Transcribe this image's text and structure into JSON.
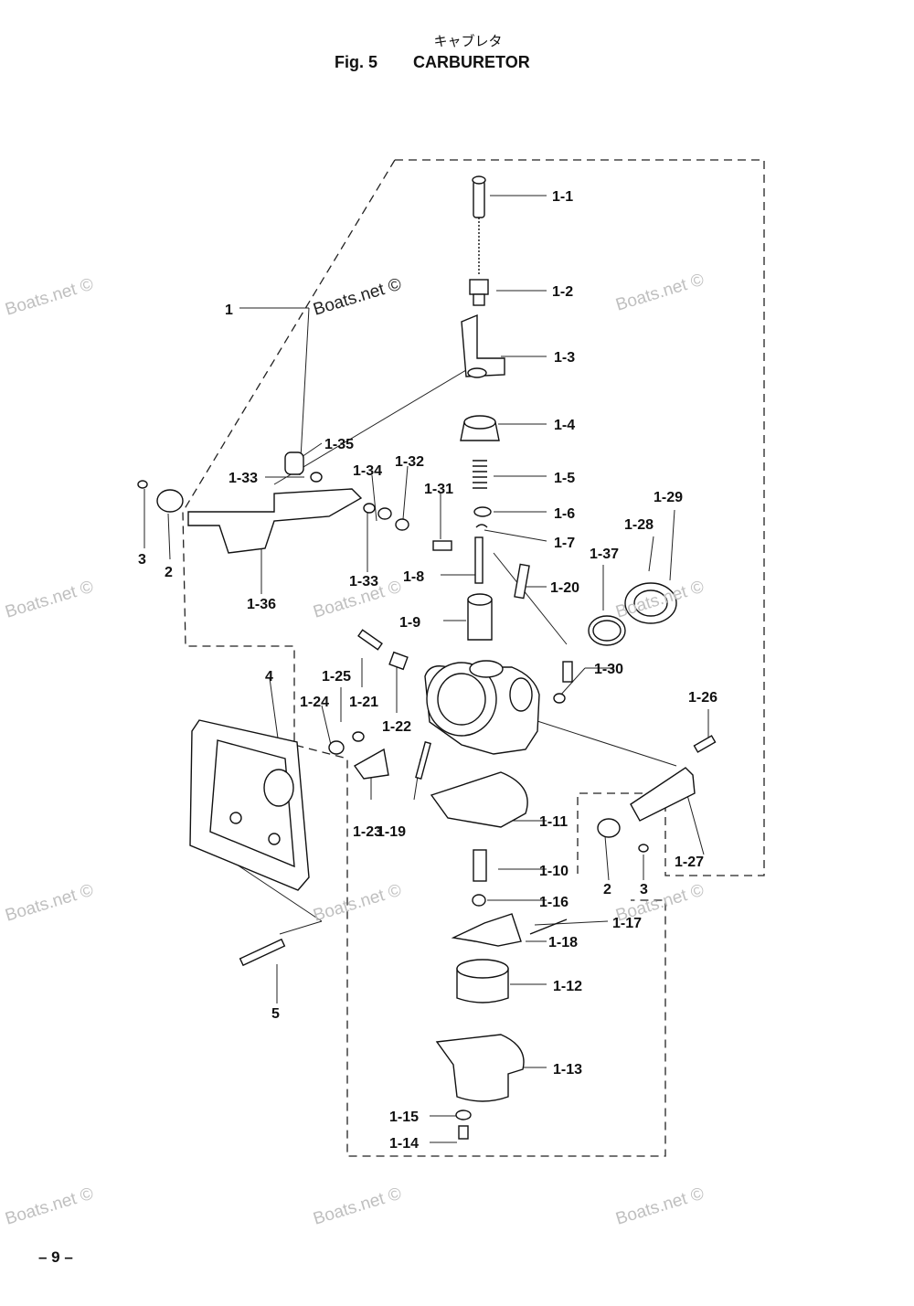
{
  "header": {
    "title_jp": "キャブレタ",
    "figure_number": "Fig. 5",
    "figure_title": "CARBURETOR"
  },
  "watermark": "Boats.net ©",
  "footer": {
    "page_number": "– 9 –"
  },
  "callouts": [
    "1",
    "1-1",
    "1-2",
    "1-3",
    "1-4",
    "1-5",
    "1-6",
    "1-7",
    "1-8",
    "1-9",
    "1-10",
    "1-11",
    "1-12",
    "1-13",
    "1-14",
    "1-15",
    "1-16",
    "1-17",
    "1-18",
    "1-19",
    "1-20",
    "1-21",
    "1-22",
    "1-23",
    "1-24",
    "1-25",
    "1-26",
    "1-27",
    "1-28",
    "1-29",
    "1-30",
    "1-31",
    "1-32",
    "1-33",
    "1-33",
    "1-34",
    "1-35",
    "1-36",
    "1-37",
    "2",
    "2",
    "3",
    "3",
    "4",
    "5"
  ]
}
